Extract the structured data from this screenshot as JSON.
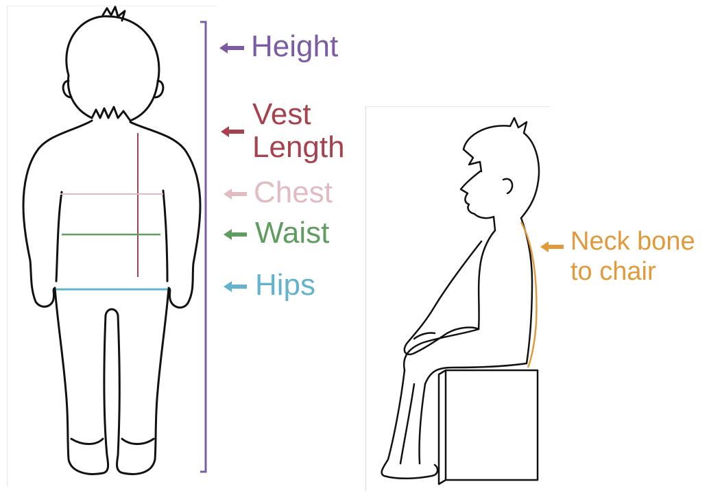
{
  "labels": {
    "height": "Height",
    "vest_length": "Vest\nLength",
    "chest": "Chest",
    "waist": "Waist",
    "hips": "Hips",
    "neck_to_chair": "Neck bone\nto chair"
  },
  "colors": {
    "height": "#7b5ca4",
    "vest_length": "#a5424d",
    "chest": "#e0bcc1",
    "waist": "#5e9d5f",
    "hips": "#63b3cd",
    "neck_to_chair": "#e09a3b",
    "outline": "#111111"
  },
  "icons": {
    "arrow": "left-arrow-icon"
  }
}
